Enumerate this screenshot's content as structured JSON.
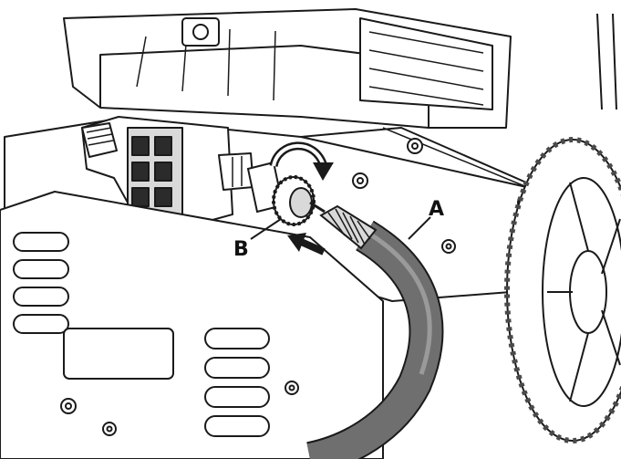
{
  "callouts": {
    "a": {
      "letter": "A",
      "part": "high-pressure-hose"
    },
    "b": {
      "letter": "B",
      "part": "pump-outlet-coupling-nut"
    }
  },
  "colors": {
    "outline": "#1a1a1a",
    "body_fill": "#ffffff",
    "hose_fill": "#6f6f6f",
    "hose_highlight": "#9a9a9a",
    "metal_fill": "#d9d9d9",
    "dark_fill": "#2b2b2b"
  },
  "icons": {
    "rotation_arrow": "curved-arrow-icon",
    "push_arrow": "straight-arrow-icon"
  }
}
